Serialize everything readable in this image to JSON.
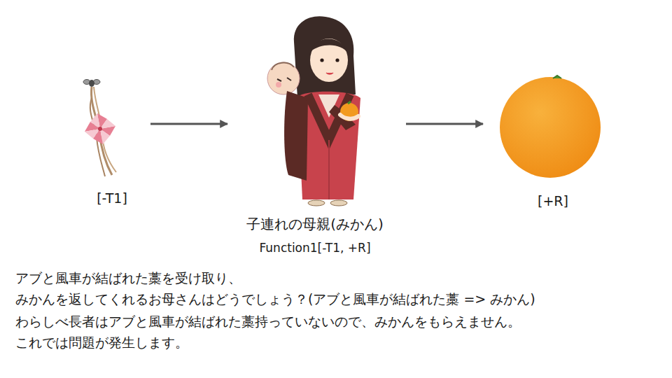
{
  "diagram": {
    "nodes": [
      {
        "text": [
          "[-T1]"
        ]
      },
      {
        "text": [
          "子連れの母親(みかん)",
          "Function1[-T1, +R]"
        ]
      },
      {
        "text": [
          "[+R]"
        ]
      }
    ],
    "edges": [
      {
        "from": 0,
        "to": 1,
        "arrow": "to"
      },
      {
        "from": 1,
        "to": 2,
        "arrow": "to"
      }
    ],
    "labels": [
      "アブと風車が結ばれた藁を受け取り、",
      "みかんを返してくれるお母さんはどうでしょう？(アブと風車が結ばれた藁 => みかん)",
      "わらしべ長者はアブと風車が結ばれた藁持っていないので、みかんをもらえません。",
      "これでは問題が発生します。"
    ]
  }
}
